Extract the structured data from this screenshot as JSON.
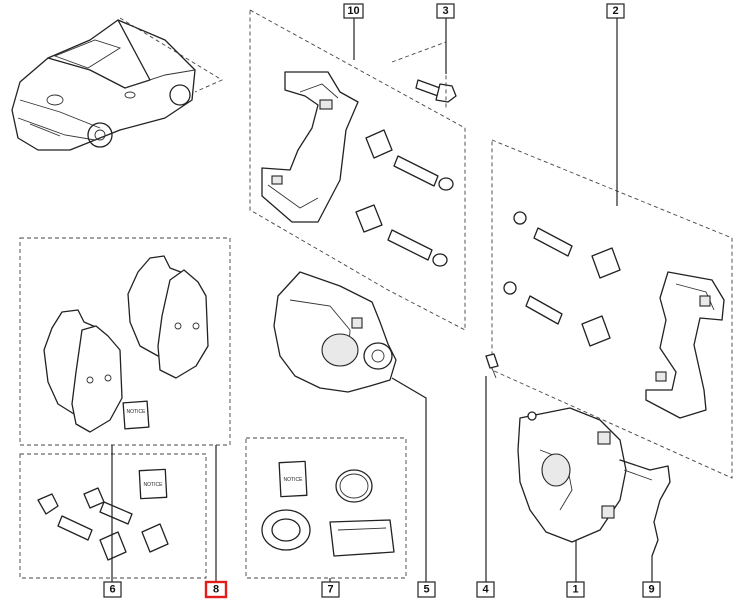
{
  "callouts": {
    "c10": "10",
    "c3": "3",
    "c2": "2",
    "c8": "8",
    "c6": "6",
    "c7": "7",
    "c5": "5",
    "c4": "4",
    "c1": "1",
    "c9": "9"
  },
  "highlight_color": "#e21b1b",
  "notice_label": "NOTICE"
}
